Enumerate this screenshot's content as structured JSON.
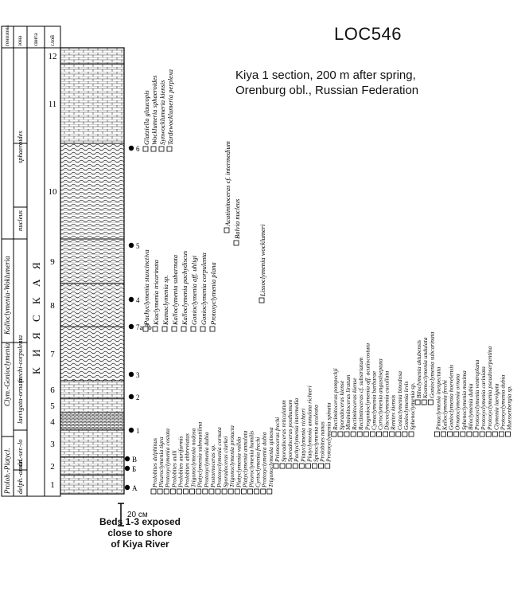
{
  "header": {
    "locality_id": "LOC546",
    "section": "Kiya 1 section, 200 m after spring,",
    "region": "Orenburg obl., Russian Federation"
  },
  "column_headers": {
    "genozone": "генозона",
    "zone": "зона",
    "formation": "свита",
    "bed": "слой"
  },
  "genozones": [
    "Prolob.-Platycl.",
    "Clym.-Gonioclymenia",
    "Kalloclymenia-Woklumeria"
  ],
  "zones": [
    "delph.-annul.",
    "dn.-ser.-lo",
    "laevigata-ornata",
    "frechi-corpulenta",
    "nucleus",
    "sphaeroides"
  ],
  "formation_label": "К И Я С К А Я",
  "beds": [
    "1",
    "2",
    "3",
    "4",
    "5",
    "6",
    "7",
    "8",
    "9",
    "10",
    "11",
    "12"
  ],
  "levels": [
    "A",
    "Б",
    "B",
    "1",
    "2",
    "3",
    "4",
    "5",
    "6",
    "7a,7b"
  ],
  "scale_label": "20 см",
  "beds_note": [
    "Beds 1-3 exposed",
    "close to shore",
    "of Kiya River"
  ],
  "top_taxa": [
    "Glatziella glaucopis",
    "Wocklumeria sphaeroides",
    "Synwocklumeria kiensis",
    "Tardewocklumeria perplexa"
  ],
  "mid_taxa": [
    "Pachyclymenia stuxcinctiva",
    "Kiaclymenia tricarinata",
    "Kamaclymenia sp.",
    "Kalloclymenia subarmata",
    "Kalloclymenia pachydiscus",
    "Gonioclymenia aff. uhligi",
    "Gonioclymenia corpulenta",
    "Protoxyclymenia plana"
  ],
  "side_taxa": [
    "Acutimitoceras cf. intermedium",
    "Balvia nucleus",
    "Lissoclymenia wocklumeri"
  ],
  "bottom_taxa": [
    "Prolobites delphinus",
    "Pleuroclymenia tigra",
    "Protoxyclymenia costata",
    "Prolobites aulli",
    "Prolobites aurifurmis",
    "Prolobites abbreviatus",
    "Trigonoclymenia nodosa",
    "Platyclymenia subnautilina",
    "Protoxyclymenia dubia",
    "Postornoceras sp.",
    "Protoxyclymenia cornuta",
    "Sporadoceras clarkei",
    "Trigonoclymenia protacta",
    "Platyclymenia vallda",
    "Platyclymenia annulata",
    "Pleuroclymenia humilis",
    "Cyrtoclymenia frechi",
    "Protoxyclymenia dubia",
    "Trigonoclymenia spinosa",
    "Prionoceras frechi",
    "Sporadoceras reticulatum",
    "Sporadoceras posthumum",
    "Pachyclymenia intermedia",
    "Platyclymenia richteri",
    "Platyclymenia annulata richteri",
    "Spinoclymenia aculeata",
    "Prolobites nanus",
    "Protoxyclymenia spinata",
    "Rectimitoceras pompeckji",
    "Sporadoceras kiense",
    "Mimimitoceras liratum",
    "Rectimitoceras kiense",
    "Rectimitoceras cf. substriatum",
    "Progonioclymenia aff. acutiocostata",
    "Cymaclymenia barbarae",
    "Cyrtoclymenia angustiseptata",
    "Discoclymenia cucullata",
    "Renites kiensis",
    "Costaclymenia binodosa",
    "Gonioclymenia levis",
    "Sphenoclymenia sp.",
    "Biloclymenia aktubensis",
    "Kosmoclymenia undulata",
    "Gonioclymenia subcarinata",
    "Pimaclymenia inexpectata",
    "Kalloclymenia frechi",
    "Gonioclymenia hoevelensis",
    "Ornatoclymenia ornata",
    "Sphenoclymenia maxima",
    "Biloclymenia dubia",
    "Protoxyclymenia ventroplana",
    "Protoxyclymenia cariniata",
    "Protoxyclymenia pseudoserpentina",
    "Clymenia laevigata",
    "Protoxyclymenia dubia",
    "Muessenbergia sp."
  ]
}
